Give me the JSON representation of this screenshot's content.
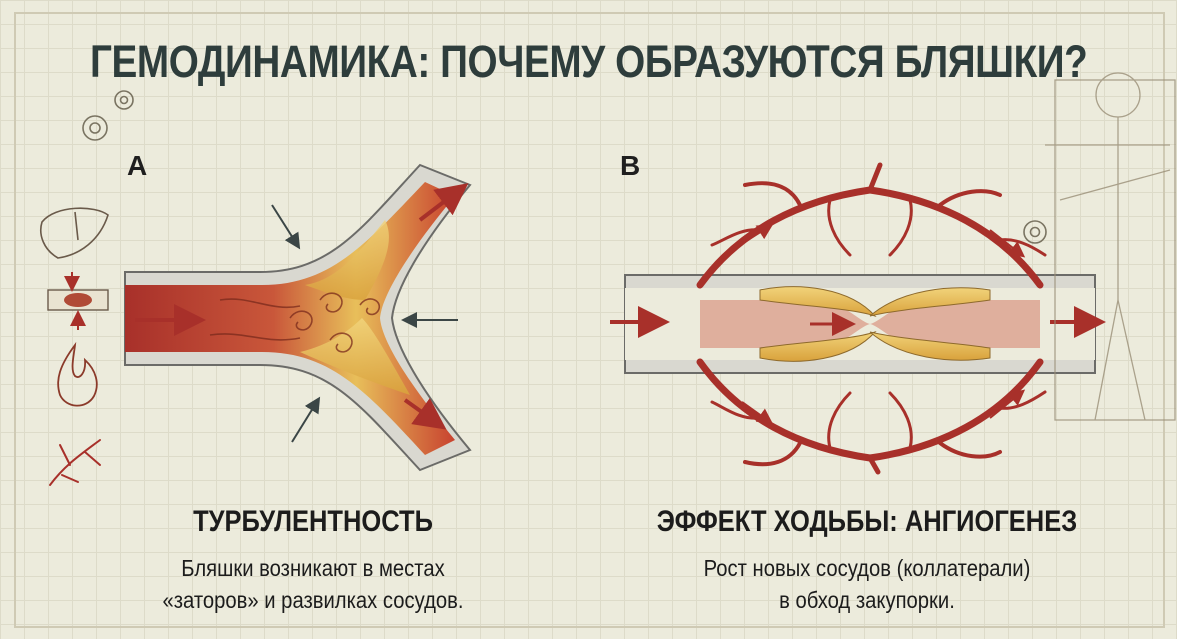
{
  "title": "ГЕМОДИНАМИКА: ПОЧЕМУ ОБРАЗУЮТСЯ БЛЯШКИ?",
  "panel_a": {
    "letter": "A",
    "heading": "ТУРБУЛЕНТНОСТЬ",
    "line1": "Бляшки возникают в местах",
    "line2": "«заторов» и развилках сосудов."
  },
  "panel_b": {
    "letter": "B",
    "heading": "ЭФФЕКТ ХОДЬБЫ: АНГИОГЕНЕЗ",
    "line1": "Рост новых сосудов (коллатерали)",
    "line2": "в обход закупорки."
  },
  "colors": {
    "title": "#2e3d3c",
    "blood": "#a8302a",
    "plaque": "#e2b44a",
    "vessel_wall": "#c9c8c0"
  },
  "icons": [
    "liver-icon",
    "clot-icon",
    "flame-icon",
    "capillary-icon",
    "gear-icon",
    "vitruvian-figure-icon"
  ]
}
